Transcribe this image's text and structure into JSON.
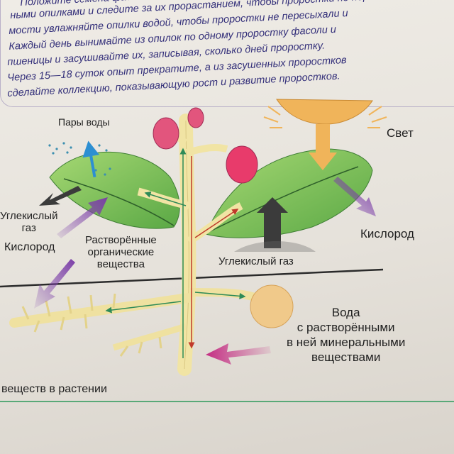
{
  "instructions": {
    "lines": [
      "Положите семена фасоли в опилки и следите за их пр",
      "ными опилками и следите за их прорастанием, чтобы проростки не пересыхали.",
      "мости увлажняйте опилки водой, чтобы проростки не пересыхали и",
      "Каждый день вынимайте из опилок по одному проростку фасоли и",
      "пшеницы и засушивайте их, записывая, сколько дней проростку.",
      "Через 15—18 суток опыт прекратите, а из засушенных проростков",
      "сделайте коллекцию, показывающую рост и развитие проростков."
    ]
  },
  "diagram": {
    "labels": {
      "water_vapor": "Пары воды",
      "light": "Свет",
      "co2_left": "Углекислый\nгаз",
      "oxygen_left": "Кислород",
      "organic": "Растворённые\nорганические\nвещества",
      "co2_right": "Углекислый газ",
      "oxygen_right": "Кислород",
      "water": "Вода\nс растворёнными\nв ней минеральными\nвеществами"
    },
    "colors": {
      "leaf": "#7fc25a",
      "stem": "#f1e4a4",
      "root": "#efe1a0",
      "sun": "#f0b45a",
      "purple_arrow": "#7b3ea8",
      "dark_arrow": "#3b3b3b",
      "blue_arrow": "#2d8fd2",
      "pink_arrow": "#c42d83",
      "green_arrow": "#2e8b57",
      "red_arrow": "#c0392b"
    }
  },
  "caption": "веществ в растении"
}
